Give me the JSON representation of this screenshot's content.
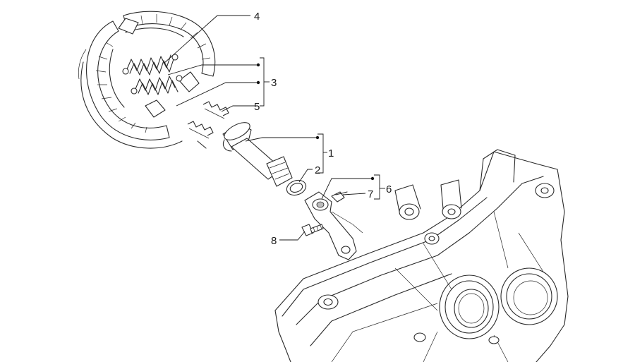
{
  "callouts": [
    {
      "id": "4",
      "label": "4"
    },
    {
      "id": "3",
      "label": "3"
    },
    {
      "id": "5",
      "label": "5"
    },
    {
      "id": "1",
      "label": "1"
    },
    {
      "id": "2",
      "label": "2"
    },
    {
      "id": "6",
      "label": "6"
    },
    {
      "id": "7",
      "label": "7"
    },
    {
      "id": "8",
      "label": "8"
    }
  ]
}
